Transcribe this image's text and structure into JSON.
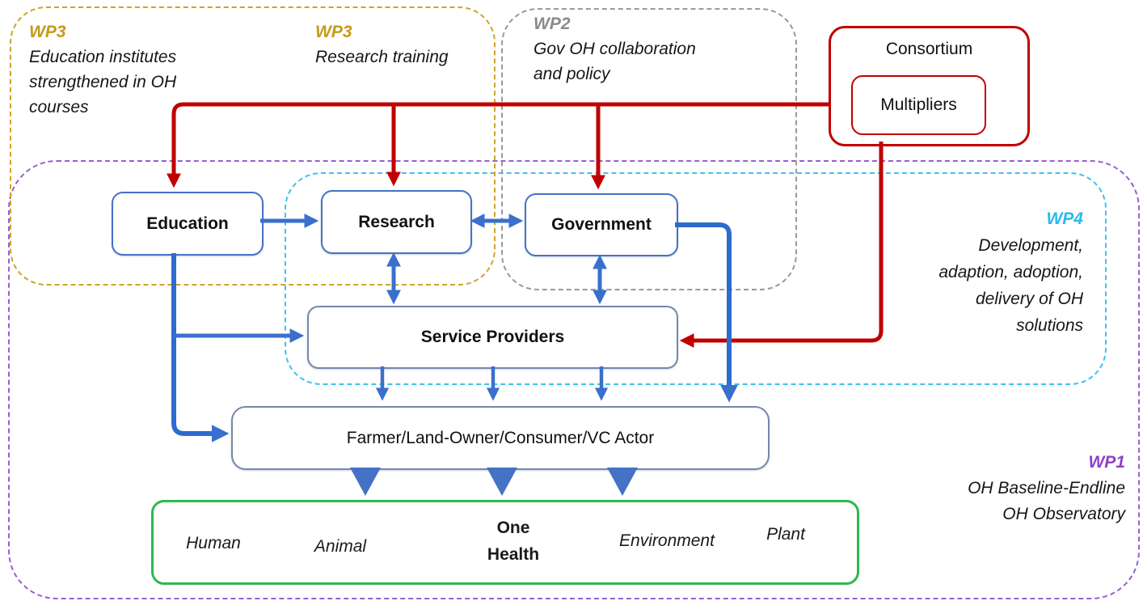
{
  "colors": {
    "arrow_red": "#c00000",
    "arrow_blue": "#3a70cc",
    "triangle_blue": "#4472c4",
    "node_border": "#4472c4",
    "muted_border": "#7687ad",
    "green_border": "#2db94d",
    "wp3_gold": "#c49a1a",
    "wp2_gray": "#8a8a8a",
    "wp4_cyan": "#29b9ef",
    "wp1_purple": "#8f3fc8"
  },
  "wp3_left": {
    "label": "WP3",
    "lines": [
      "Education institutes",
      "strengthened in OH",
      "courses"
    ]
  },
  "wp3_right": {
    "label": "WP3",
    "line": "Research training"
  },
  "wp2": {
    "label": "WP2",
    "lines": [
      "Gov  OH collaboration",
      "and policy"
    ]
  },
  "wp4": {
    "label": "WP4",
    "lines": [
      "Development,",
      "adaption, adoption,",
      "delivery of OH",
      "solutions"
    ]
  },
  "wp1": {
    "label": "WP1",
    "lines": [
      "OH Baseline-Endline",
      "OH Observatory"
    ]
  },
  "consortium": {
    "title": "Consortium",
    "multipliers": "Multipliers"
  },
  "nodes": {
    "education": "Education",
    "research": "Research",
    "government": "Government",
    "service_providers": "Service Providers",
    "farmer": "Farmer/Land-Owner/Consumer/VC Actor"
  },
  "one_health": {
    "human": "Human",
    "animal": "Animal",
    "center_line1": "One",
    "center_line2": "Health",
    "environment": "Environment",
    "plant": "Plant"
  }
}
